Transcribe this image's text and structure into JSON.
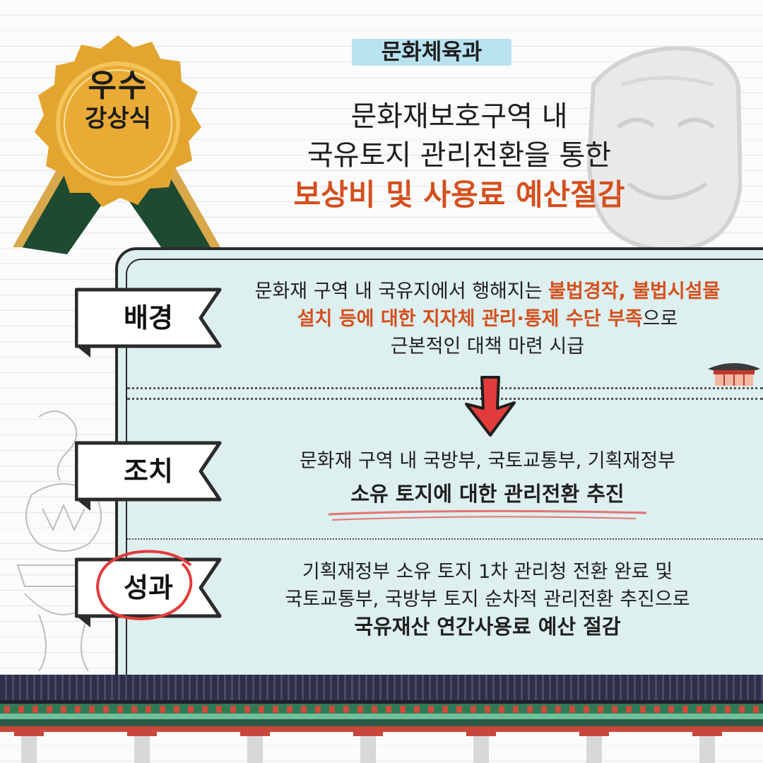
{
  "medal": {
    "line1": "우수",
    "line2": "강상식"
  },
  "header": {
    "department": "문화체육과",
    "title_line1": "문화재보호구역 내",
    "title_line2": "국유토지 관리전환을 통한",
    "title_highlight": "보상비 및 사용료 예산절감"
  },
  "sections": {
    "background": {
      "label": "배경",
      "part1": "문화재 구역 내 국유지에서 행해지는 ",
      "hl1": "불법경작, 불법시설물",
      "hl2": "설치 등에 대한 지자체 관리·통제 수단 부족",
      "part2": "으로",
      "line3": "근본적인 대책 마련 시급"
    },
    "action": {
      "label": "조치",
      "line1": "문화재 구역 내 국방부, 국토교통부, 기획재정부",
      "line2": "소유 토지에 대한 관리전환 추진"
    },
    "result": {
      "label": "성과",
      "line1": "기획재정부 소유 토지 1차 관리청 전환 완료 및",
      "line2": "국토교통부, 국방부 토지 순차적 관리전환 추진으로",
      "line3": "국유재산 연간사용료 예산 절감"
    }
  },
  "colors": {
    "accent": "#d4501e",
    "panel": "#ddefee",
    "dept_bg": "#b9e2ef",
    "gold": "#e3a52f",
    "ribbon_green": "#1f4a32",
    "arrow": "#e23b3b"
  }
}
